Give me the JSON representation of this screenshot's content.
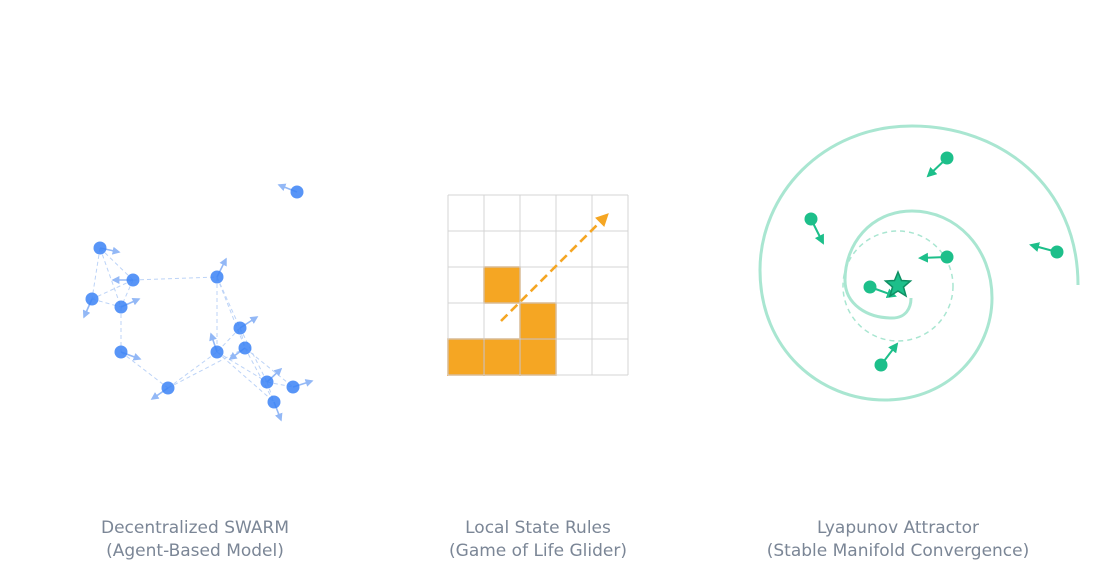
{
  "colors": {
    "swarm": "#3b82f6",
    "swarm_light": "#93b8f6",
    "glider": "#f5a623",
    "glider_stroke": "#e0891a",
    "grid": "#d4d4d4",
    "attractor": "#1dbf8a",
    "attractor_light": "#a9e6d1",
    "caption": "#7b8696"
  },
  "panels": [
    {
      "id": "swarm",
      "caption_line1": "Decentralized SWARM",
      "caption_line2": "(Agent-Based Model)"
    },
    {
      "id": "glider",
      "caption_line1": "Local State Rules",
      "caption_line2": "(Game of Life Glider)",
      "grid_size": 5,
      "live_cells": [
        [
          1,
          2
        ],
        [
          2,
          3
        ],
        [
          0,
          4
        ],
        [
          1,
          4
        ],
        [
          2,
          4
        ]
      ]
    },
    {
      "id": "attractor",
      "caption_line1": "Lyapunov Attractor",
      "caption_line2": "(Stable Manifold Convergence)"
    }
  ]
}
